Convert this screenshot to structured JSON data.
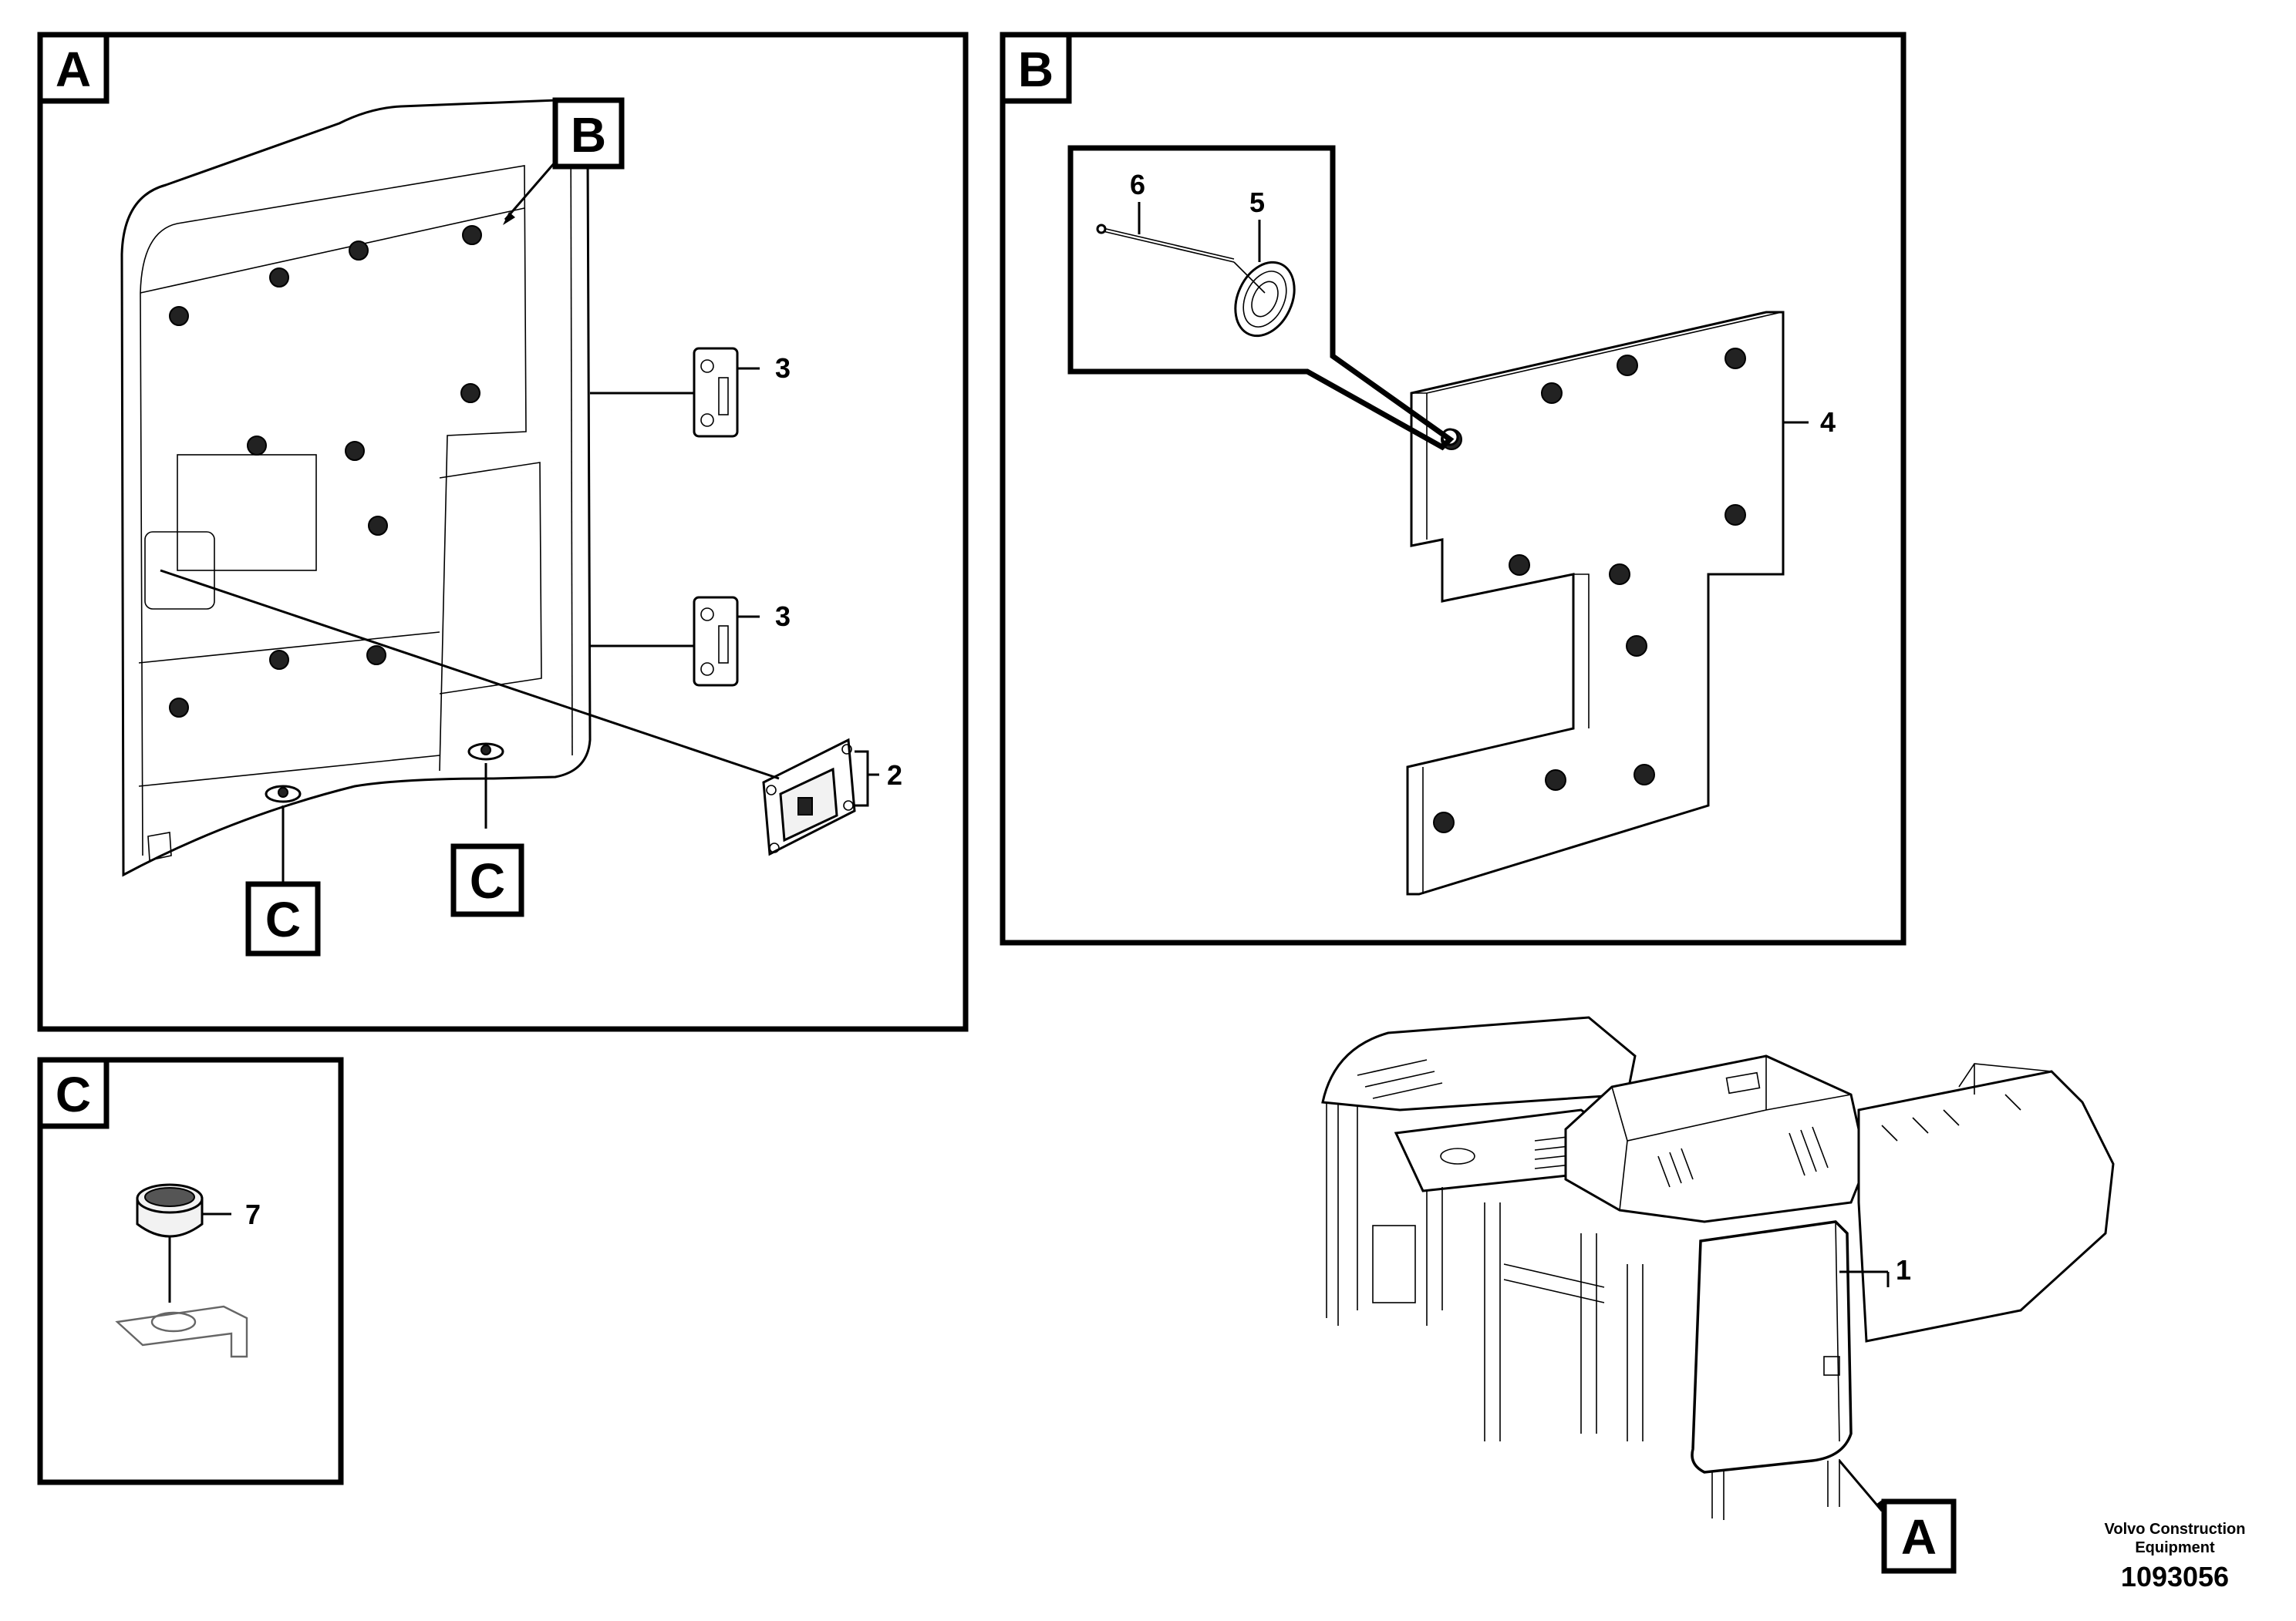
{
  "panels": {
    "A": {
      "tag": "A"
    },
    "B": {
      "tag": "B"
    },
    "C": {
      "tag": "C"
    }
  },
  "detail_tags": {
    "B_on_A": "B",
    "C_left": "C",
    "C_right": "C",
    "A_on_machine": "A"
  },
  "callouts": {
    "p1": "1",
    "p2": "2",
    "p3_upper": "3",
    "p3_lower": "3",
    "p4": "4",
    "p5": "5",
    "p6": "6",
    "p7": "7"
  },
  "footer": {
    "company_line1": "Volvo Construction",
    "company_line2": "Equipment",
    "drawing_number": "1093056"
  }
}
